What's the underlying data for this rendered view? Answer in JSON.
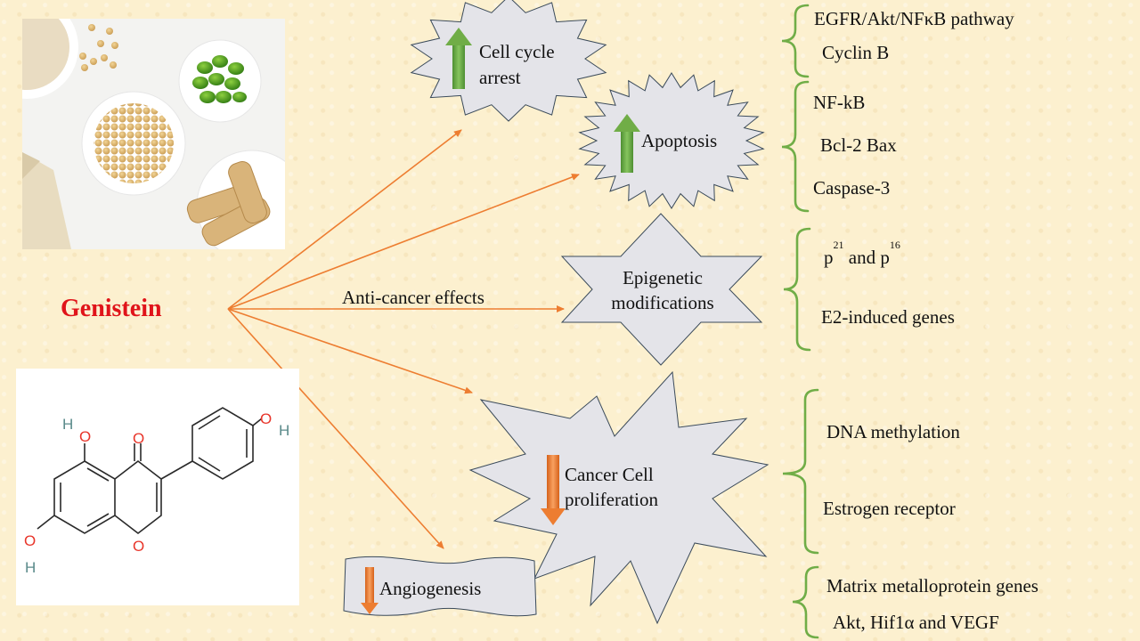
{
  "compound": {
    "name": "Genistein"
  },
  "arrow_label": "Anti-cancer effects",
  "effects": [
    {
      "label_line1": "Cell cycle",
      "label_line2": "arrest",
      "direction": "up",
      "arrow_color": "#70ad47"
    },
    {
      "label_line1": "Apoptosis",
      "direction": "up",
      "arrow_color": "#70ad47"
    },
    {
      "label_line1": "Epigenetic",
      "label_line2": "modifications"
    },
    {
      "label_line1": "Cancer Cell",
      "label_line2": "proliferation",
      "direction": "down",
      "arrow_color": "#ed7d31"
    },
    {
      "label_line1": "Angiogenesis",
      "direction": "down",
      "arrow_color": "#ed7d31"
    }
  ],
  "mechanisms": {
    "cell_cycle": [
      "EGFR/Akt/NFκB pathway",
      "Cyclin B"
    ],
    "apoptosis": [
      "NF-kB",
      "Bcl-2 Bax",
      "Caspase-3"
    ],
    "epigenetic": {
      "p_genes": {
        "p1": "p",
        "sup1": "21",
        "and": " and p",
        "sup2": "16"
      },
      "items": [
        "E2-induced genes"
      ]
    },
    "proliferation": [
      "DNA methylation",
      "Estrogen receptor"
    ],
    "angiogenesis": [
      "Matrix metalloprotein genes",
      "Akt, Hif1α and VEGF"
    ]
  },
  "structure_atoms": {
    "h": "H",
    "o": "O"
  },
  "colors": {
    "background": "#fcf0cf",
    "arrow": "#ed7d31",
    "brace": "#70ad47",
    "shape_fill": "#e4e4e9",
    "shape_stroke": "#3a4a5a",
    "title": "#e0141a",
    "oxygen": "#e8352a",
    "hydrogen": "#5a8a8a"
  }
}
